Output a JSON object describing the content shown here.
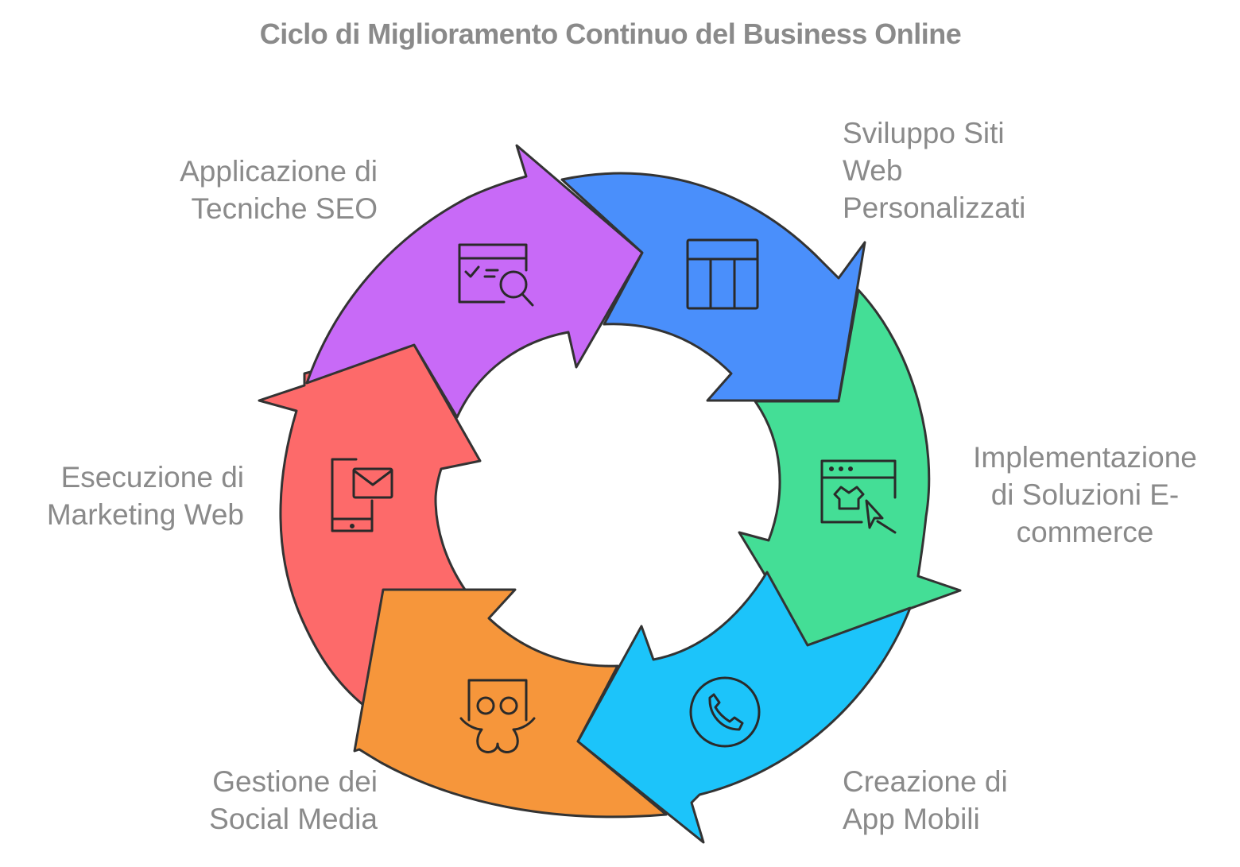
{
  "title": "Ciclo di Miglioramento Continuo del Business Online",
  "colors": {
    "seo": "#c86af7",
    "siti": "#4a8ffb",
    "ecommerce": "#44de96",
    "app": "#1cc4fa",
    "social": "#f6963b",
    "marketing": "#fd6a6a",
    "outline": "#333333",
    "text": "#8a8a8a"
  },
  "steps": [
    {
      "id": "seo",
      "icon": "seo-analysis-icon",
      "lines": [
        "Applicazione di",
        "Tecniche SEO"
      ]
    },
    {
      "id": "siti",
      "icon": "web-layout-icon",
      "lines": [
        "Sviluppo Siti",
        "Web",
        "Personalizzati"
      ]
    },
    {
      "id": "ecommerce",
      "icon": "online-shop-click-icon",
      "lines": [
        "Implementazione",
        "di Soluzioni E-",
        "commerce"
      ]
    },
    {
      "id": "app",
      "icon": "phone-call-icon",
      "lines": [
        "Creazione di",
        "App Mobili"
      ]
    },
    {
      "id": "social",
      "icon": "slideshare-icon",
      "lines": [
        "Gestione dei",
        "Social Media"
      ]
    },
    {
      "id": "marketing",
      "icon": "mobile-mail-icon",
      "lines": [
        "Esecuzione di",
        "Marketing Web"
      ]
    }
  ]
}
